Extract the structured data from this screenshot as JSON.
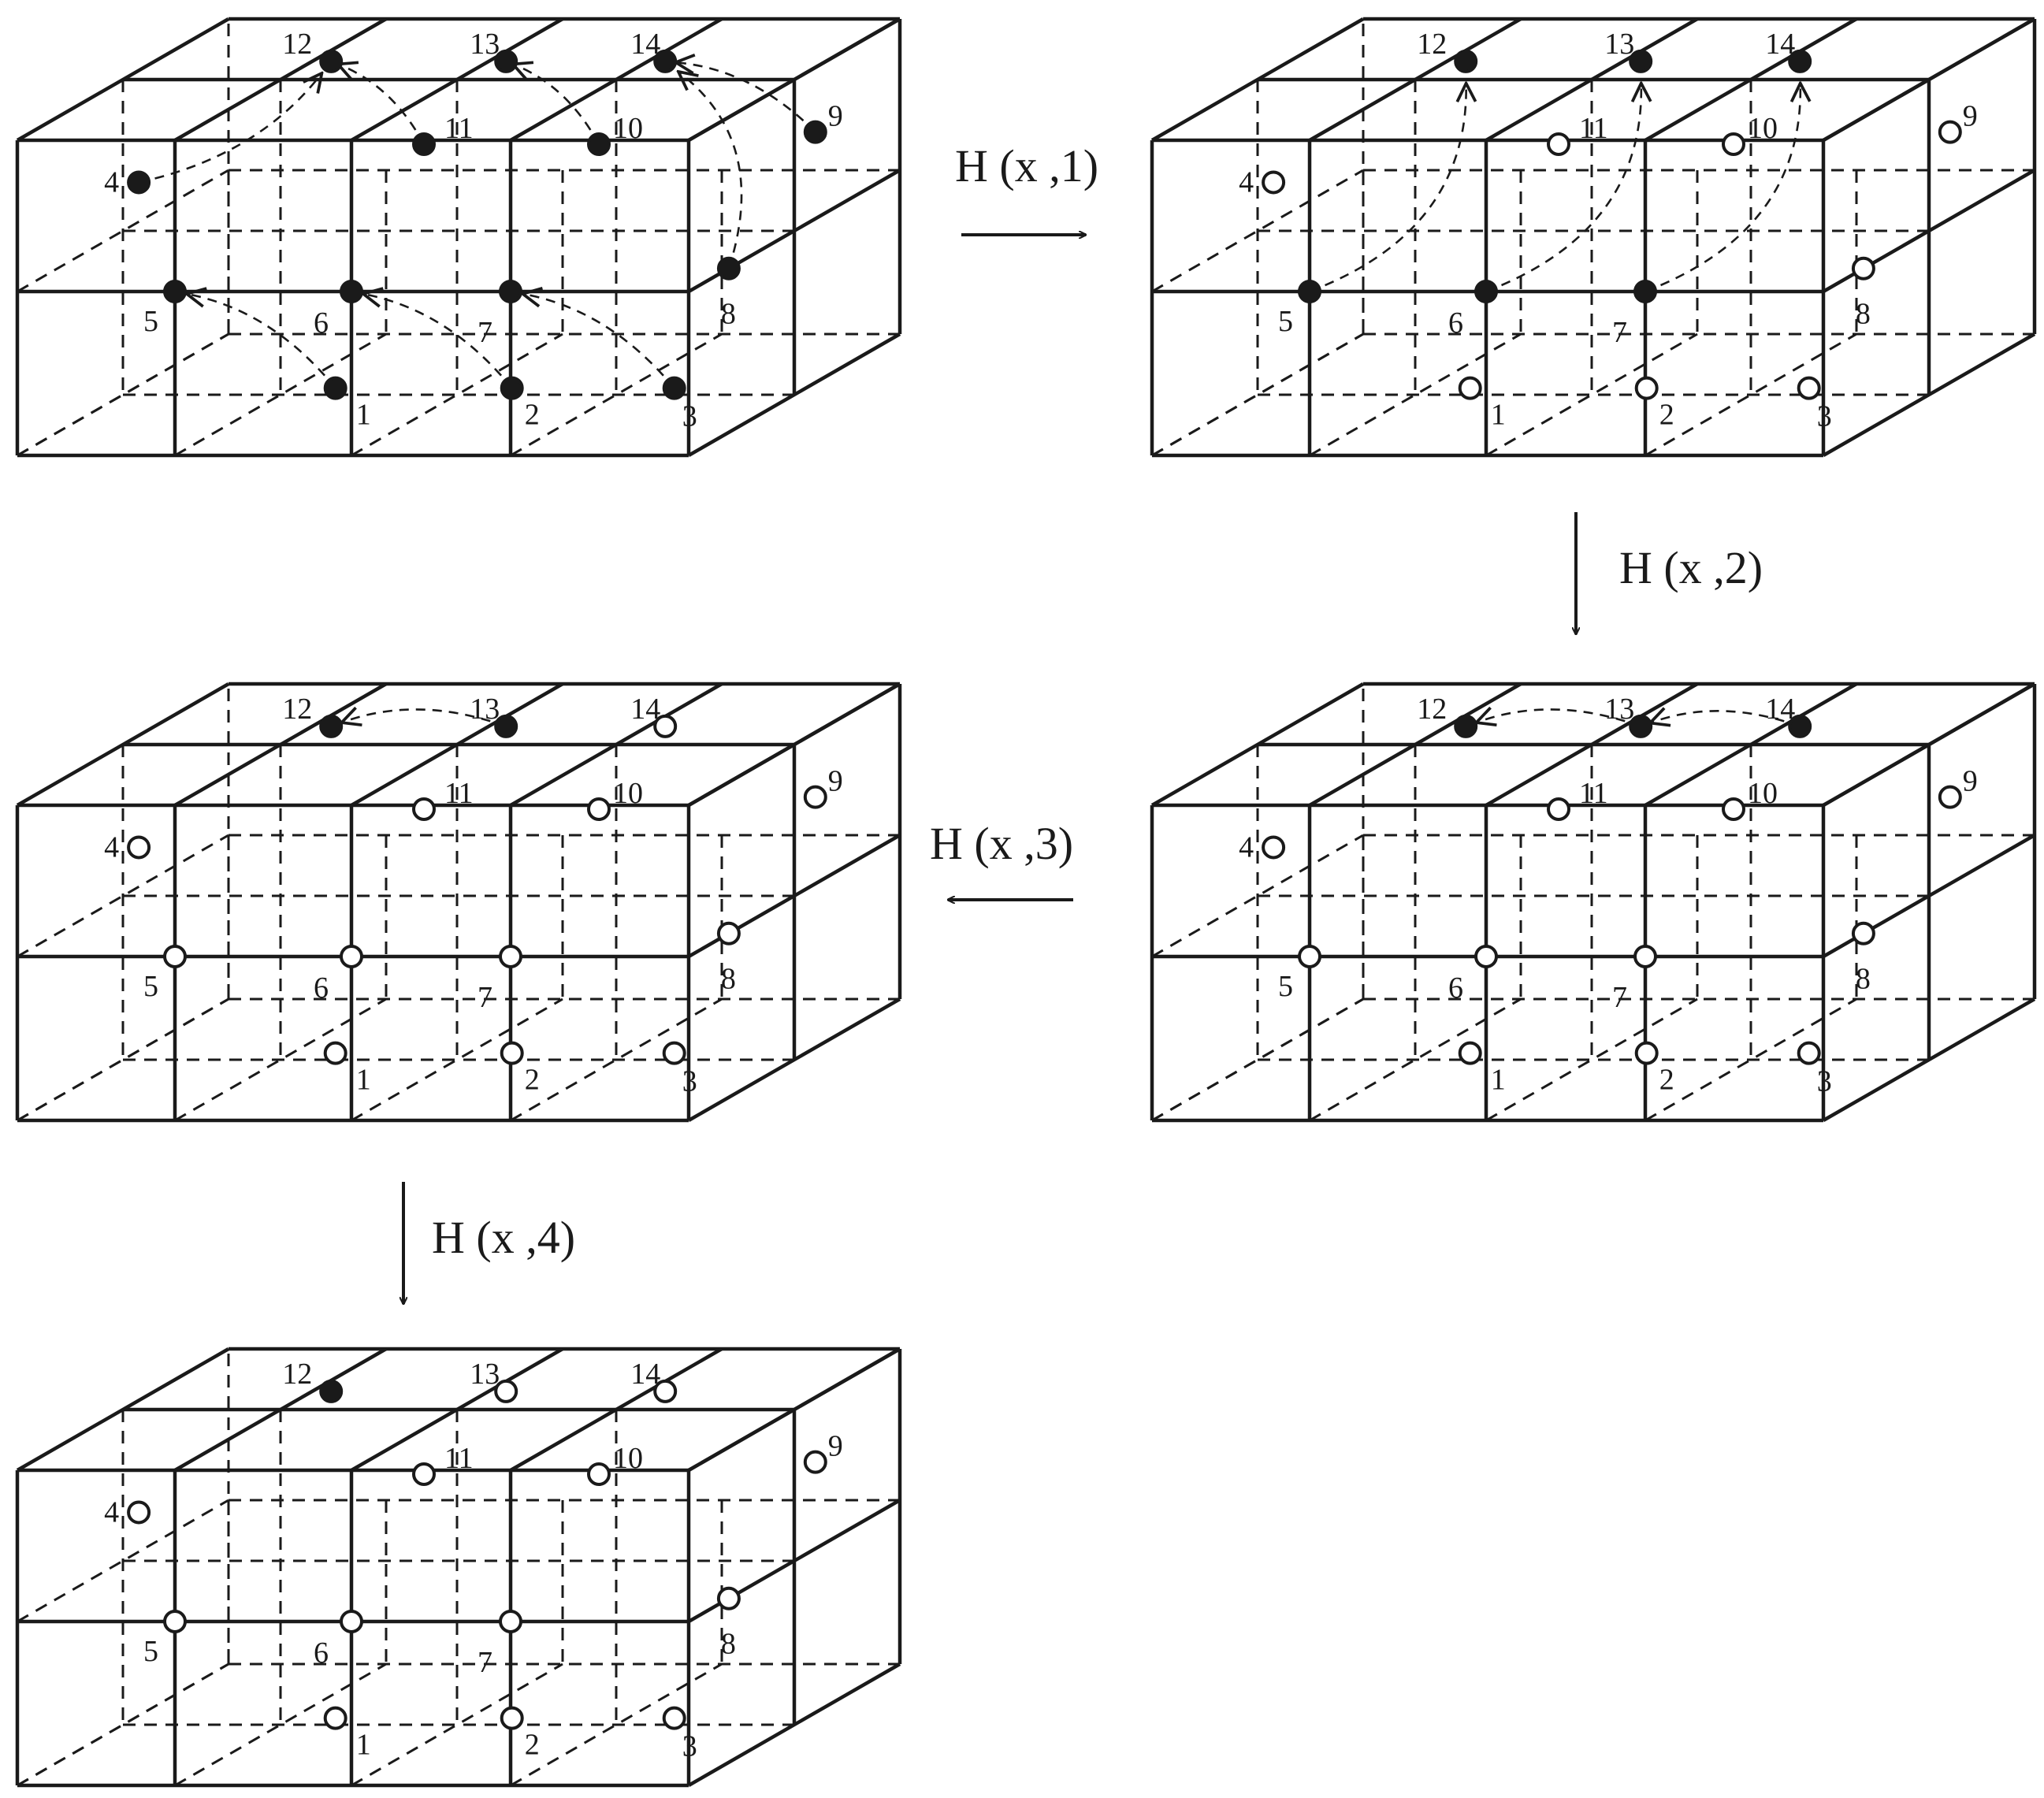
{
  "colors": {
    "ink": "#1a1a1a",
    "background": "#ffffff"
  },
  "diagram": {
    "panels": [
      {
        "id": "panel-1",
        "filled": [
          "1",
          "2",
          "3",
          "4",
          "5",
          "6",
          "7",
          "8",
          "9",
          "10",
          "11",
          "12",
          "13",
          "14"
        ],
        "labels": {
          "1": "1",
          "2": "2",
          "3": "3",
          "4": "4",
          "5": "5",
          "6": "6",
          "7": "7",
          "8": "8",
          "9": "9",
          "10": "10",
          "11": "11",
          "12": "12",
          "13": "13",
          "14": "14"
        },
        "moves": [
          {
            "from": "1",
            "to": "5"
          },
          {
            "from": "2",
            "to": "6"
          },
          {
            "from": "3",
            "to": "7"
          },
          {
            "from": "4",
            "to": "12"
          },
          {
            "from": "11",
            "to": "12"
          },
          {
            "from": "10",
            "to": "13"
          },
          {
            "from": "8",
            "to": "14"
          },
          {
            "from": "9",
            "to": "14"
          }
        ]
      },
      {
        "id": "panel-2",
        "filled": [
          "5",
          "6",
          "7",
          "12",
          "13",
          "14"
        ],
        "labels": {
          "1": "1",
          "2": "2",
          "3": "3",
          "4": "4",
          "5": "5",
          "6": "6",
          "7": "7",
          "8": "8",
          "9": "9",
          "10": "10",
          "11": "11",
          "12": "12",
          "13": "13",
          "14": "14"
        },
        "moves": [
          {
            "from": "5",
            "to": "12"
          },
          {
            "from": "6",
            "to": "13"
          },
          {
            "from": "7",
            "to": "14"
          }
        ]
      },
      {
        "id": "panel-3",
        "filled": [
          "12",
          "13",
          "14"
        ],
        "labels": {
          "1": "1",
          "2": "2",
          "3": "3",
          "4": "4",
          "5": "5",
          "6": "6",
          "7": "7",
          "8": "8",
          "9": "9",
          "10": "10",
          "11": "11",
          "12": "12",
          "13": "13",
          "14": "14"
        },
        "moves": [
          {
            "from": "13",
            "to": "12"
          },
          {
            "from": "14",
            "to": "13"
          }
        ]
      },
      {
        "id": "panel-4",
        "filled": [
          "12",
          "13"
        ],
        "labels": {
          "1": "1",
          "2": "2",
          "3": "3",
          "4": "4",
          "5": "5",
          "6": "6",
          "7": "7",
          "8": "8",
          "9": "9",
          "10": "10",
          "11": "11",
          "12": "12",
          "13": "13",
          "14": "14"
        },
        "moves": [
          {
            "from": "13",
            "to": "12"
          }
        ]
      },
      {
        "id": "panel-5",
        "filled": [
          "12"
        ],
        "labels": {
          "1": "1",
          "2": "2",
          "3": "3",
          "4": "4",
          "5": "5",
          "6": "6",
          "7": "7",
          "8": "8",
          "9": "9",
          "10": "10",
          "11": "11",
          "12": "12",
          "13": "13",
          "14": "14"
        },
        "moves": []
      }
    ],
    "steps": [
      {
        "label": "H (x ,1)",
        "from": "panel-1",
        "to": "panel-2"
      },
      {
        "label": "H (x ,2)",
        "from": "panel-2",
        "to": "panel-3"
      },
      {
        "label": "H (x ,3)",
        "from": "panel-3",
        "to": "panel-4"
      },
      {
        "label": "H (x ,4)",
        "from": "panel-4",
        "to": "panel-5"
      }
    ]
  }
}
